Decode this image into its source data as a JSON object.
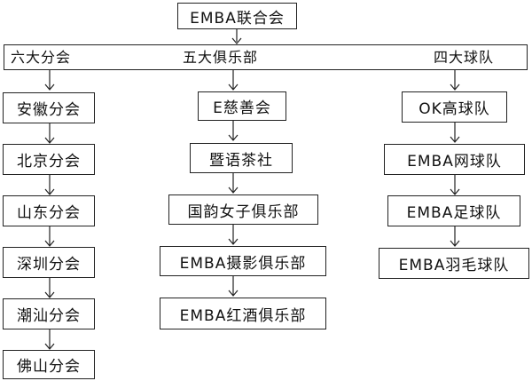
{
  "root": {
    "label": "EMBA联合会"
  },
  "categories": {
    "left": "六大分会",
    "middle": "五大俱乐部",
    "right": "四大球队"
  },
  "columns": {
    "left": [
      "安徽分会",
      "北京分会",
      "山东分会",
      "深圳分会",
      "潮汕分会",
      "佛山分会"
    ],
    "middle": [
      "E慈善会",
      "暨语茶社",
      "国韵女子俱乐部",
      "EMBA摄影俱乐部",
      "EMBA红酒俱乐部"
    ],
    "right": [
      "OK高球队",
      "EMBA网球队",
      "EMBA足球队",
      "EMBA羽毛球队"
    ]
  }
}
